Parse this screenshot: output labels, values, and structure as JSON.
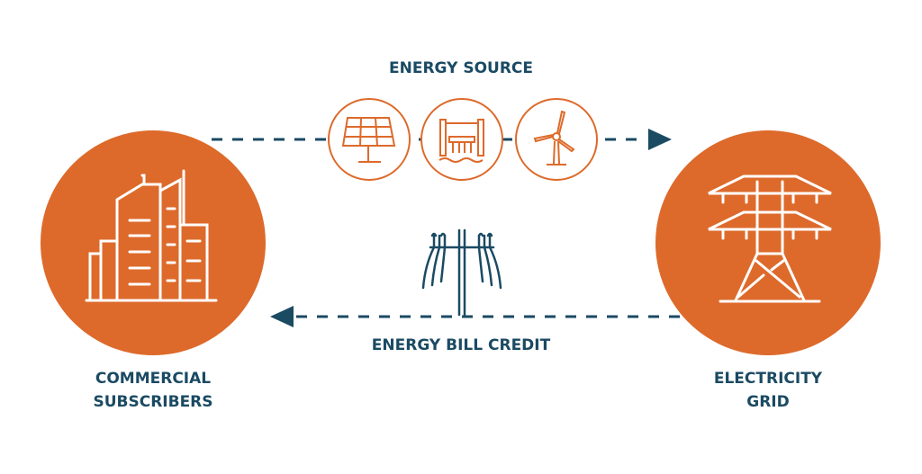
{
  "title_top": "ENERGY SOURCE",
  "title_bottom": "ENERGY BILL CREDIT",
  "left_node": {
    "line1": "COMMERCIAL",
    "line2": "SUBSCRIBERS",
    "icon": "office-buildings-icon"
  },
  "right_node": {
    "line1": "ELECTRICITY",
    "line2": "GRID",
    "icon": "transmission-tower-icon"
  },
  "sources": [
    "solar-panel-icon",
    "hydro-dam-icon",
    "wind-turbine-icon"
  ],
  "colors": {
    "orange": "#DD6A2B",
    "navy": "#1B4A63"
  }
}
